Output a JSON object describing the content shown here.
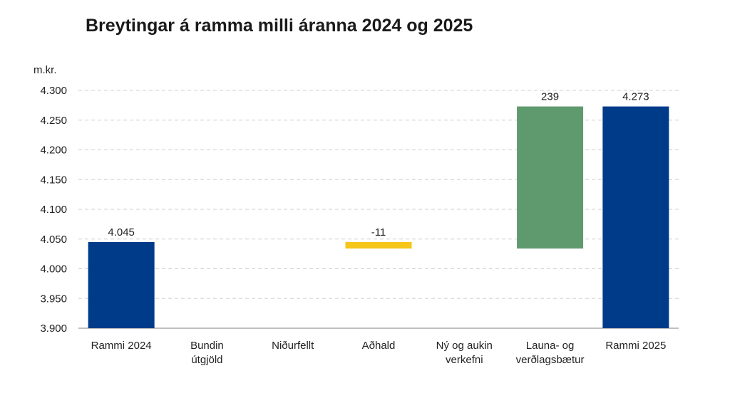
{
  "chart_data": {
    "type": "bar",
    "subtype": "waterfall",
    "title": "Breytingar á ramma milli áranna 2024 og 2025",
    "ylabel": "m.kr.",
    "ylim": [
      3900,
      4300
    ],
    "yticks": [
      "3.900",
      "3.950",
      "4.000",
      "4.050",
      "4.100",
      "4.150",
      "4.200",
      "4.250",
      "4.300"
    ],
    "ytick_values": [
      3900,
      3950,
      4000,
      4050,
      4100,
      4150,
      4200,
      4250,
      4300
    ],
    "grid": true,
    "categories": [
      [
        "Rammi 2024"
      ],
      [
        "Bundin",
        "útgjöld"
      ],
      [
        "Niðurfellt"
      ],
      [
        "Aðhald"
      ],
      [
        "Ný og aukin",
        "verkefni"
      ],
      [
        "Launa- og",
        "verðlagsbætur"
      ],
      [
        "Rammi 2025"
      ]
    ],
    "bars": [
      {
        "kind": "total",
        "start": 3900,
        "end": 4045,
        "label": "4.045",
        "color": "#003b8a"
      },
      {
        "kind": "delta",
        "start": null,
        "end": null,
        "label": "",
        "color": "#5f9a6e"
      },
      {
        "kind": "delta",
        "start": null,
        "end": null,
        "label": "",
        "color": "#5f9a6e"
      },
      {
        "kind": "delta",
        "start": 4045,
        "end": 4034,
        "label": "-11",
        "color": "#f5c518"
      },
      {
        "kind": "delta",
        "start": null,
        "end": null,
        "label": "",
        "color": "#5f9a6e"
      },
      {
        "kind": "delta",
        "start": 4034,
        "end": 4273,
        "label": "239",
        "color": "#5f9a6e"
      },
      {
        "kind": "total",
        "start": 3900,
        "end": 4273,
        "label": "4.273",
        "color": "#003b8a"
      }
    ]
  }
}
